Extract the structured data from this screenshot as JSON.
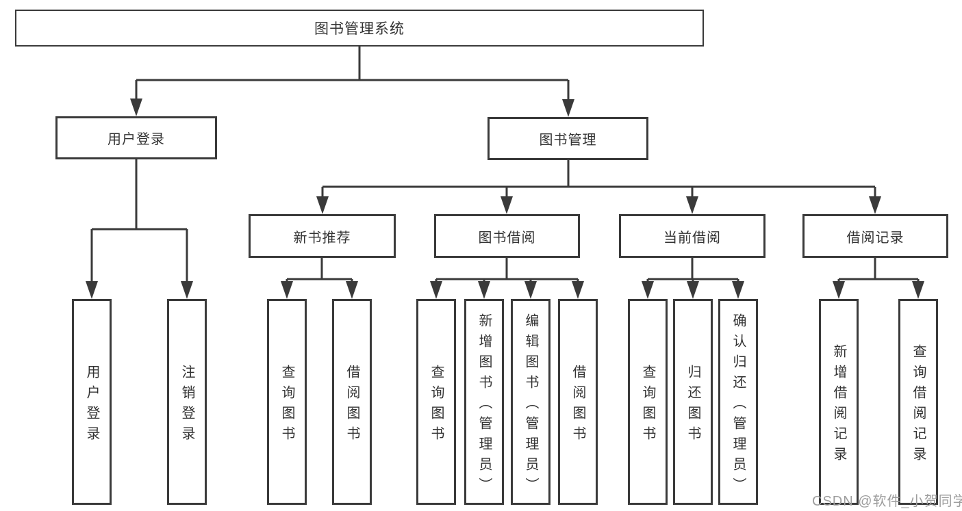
{
  "diagram": {
    "root": "图书管理系统",
    "level2": {
      "user_login": "用户登录",
      "book_mgmt": "图书管理"
    },
    "level3": {
      "new_books": "新书推荐",
      "book_borrow": "图书借阅",
      "current_borrow": "当前借阅",
      "borrow_records": "借阅记录"
    },
    "leaves": {
      "user_login": [
        "用户登录",
        "注销登录"
      ],
      "new_books": [
        "查询图书",
        "借阅图书"
      ],
      "book_borrow": [
        "查询图书",
        "新增图书（管理员）",
        "编辑图书（管理员）",
        "借阅图书"
      ],
      "current_borrow": [
        "查询图书",
        "归还图书",
        "确认归还（管理员）"
      ],
      "borrow_records": [
        "新增借阅记录",
        "查询借阅记录"
      ]
    }
  },
  "watermark": "CSDN @软件_小贺同学",
  "colors": {
    "line": "#3a3a3a",
    "text": "#333333",
    "watermark": "#9e9e9e",
    "background": "#ffffff"
  }
}
